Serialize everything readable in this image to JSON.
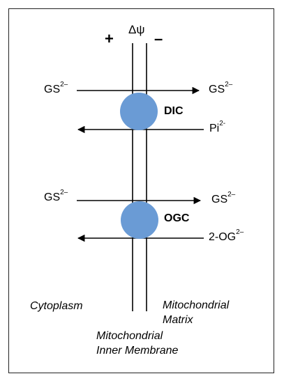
{
  "membrane_potential": "Δψ",
  "plus_sign": "+",
  "minus_sign": "–",
  "dic": {
    "name": "DIC",
    "in_left": {
      "base": "GS",
      "charge": "2–"
    },
    "in_right": {
      "base": "GS",
      "charge": "2–"
    },
    "out_right": {
      "base": "Pi",
      "charge": "2-"
    }
  },
  "ogc": {
    "name": "OGC",
    "in_left": {
      "base": "GS",
      "charge": "2–"
    },
    "in_right": {
      "base": "GS",
      "charge": "2–"
    },
    "out_right": {
      "base": "2-OG",
      "charge": "2–"
    }
  },
  "regions": {
    "cytoplasm": "Cytoplasm",
    "matrix_line1": "Mitochondrial",
    "matrix_line2": "Matrix",
    "membrane_line1": "Mitochondrial",
    "membrane_line2": "Inner Membrane"
  },
  "colors": {
    "carrier": "#6a9bd5",
    "line": "#000000"
  }
}
